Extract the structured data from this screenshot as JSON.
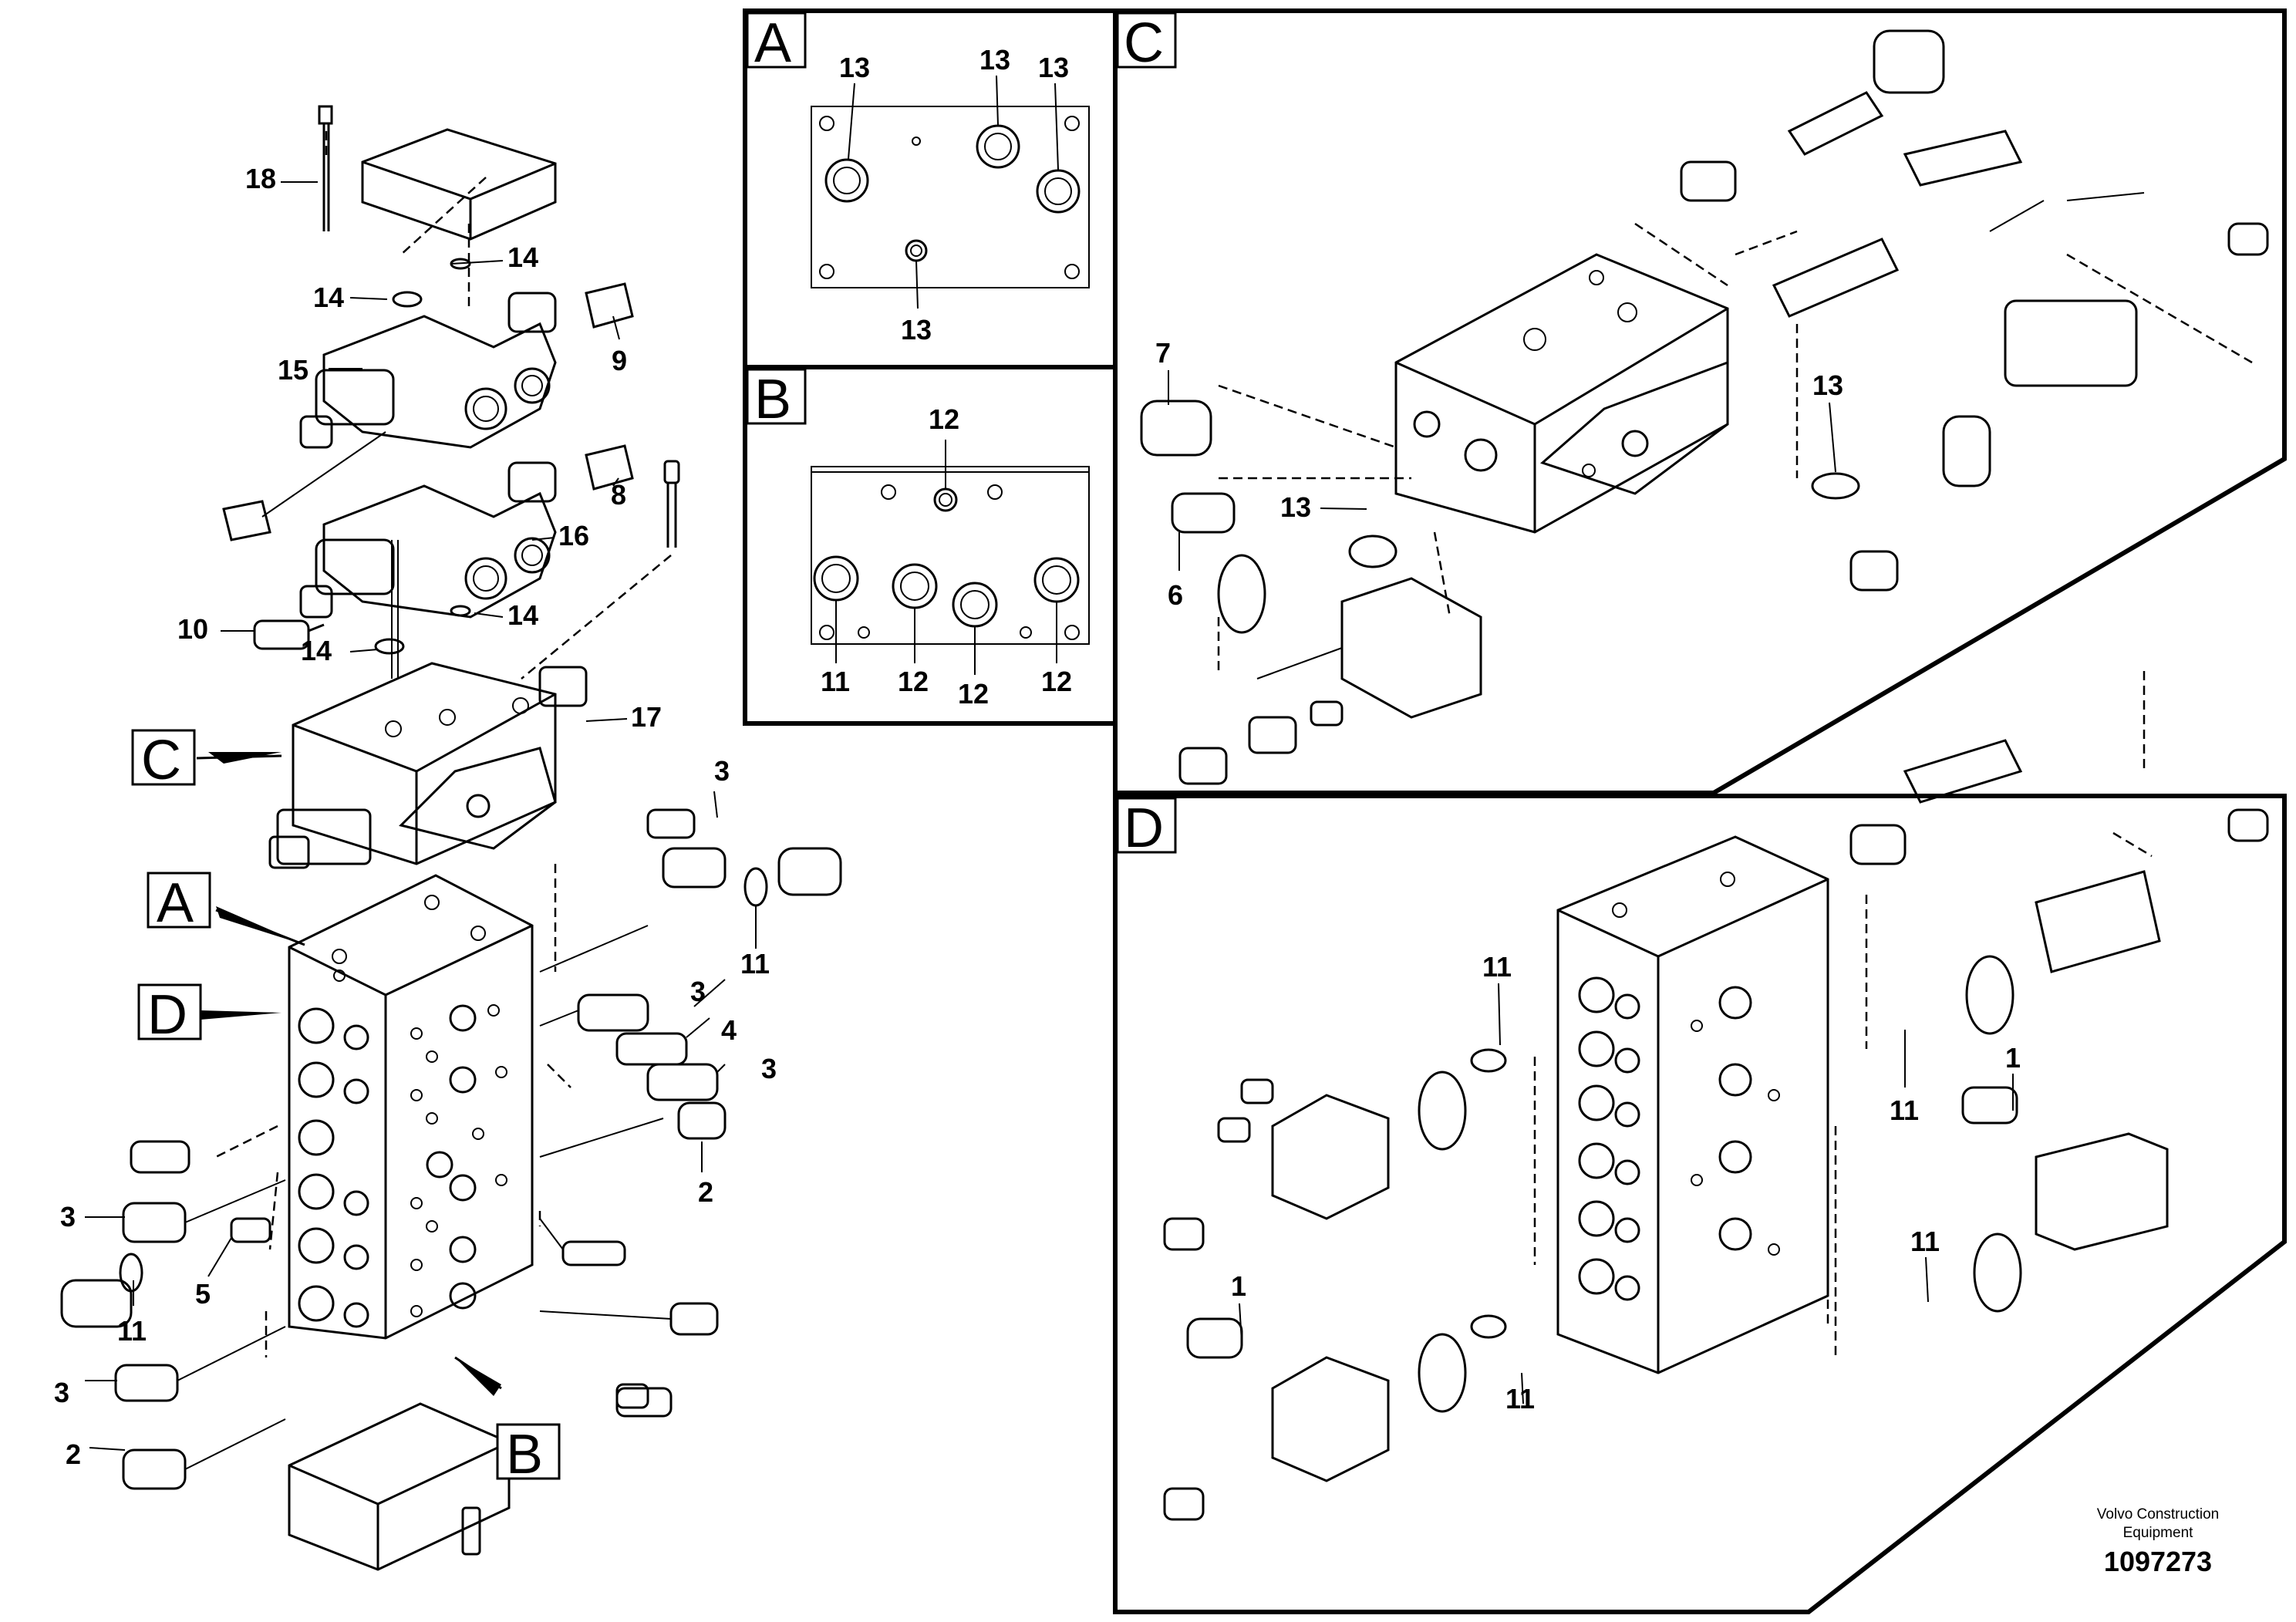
{
  "callouts": {
    "A": "A",
    "B": "B",
    "C": "C",
    "D": "D"
  },
  "labels": {
    "n1": "1",
    "n2": "2",
    "n3": "3",
    "n4": "4",
    "n5": "5",
    "n6": "6",
    "n7": "7",
    "n8": "8",
    "n9": "9",
    "n10": "10",
    "n11": "11",
    "n12": "12",
    "n13": "13",
    "n14": "14",
    "n15": "15",
    "n16": "16",
    "n17": "17",
    "n18": "18"
  },
  "footer": {
    "company_line1": "Volvo Construction",
    "company_line2": "Equipment",
    "drawing_number": "1097273"
  }
}
